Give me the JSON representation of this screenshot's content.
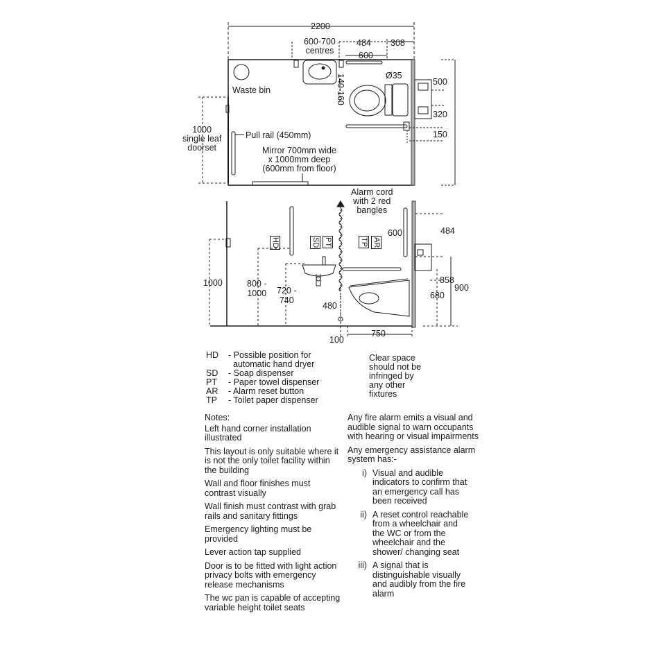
{
  "plan": {
    "dim_width": "2200",
    "dim_centres": "600-700\ncentres",
    "dim_484": "484",
    "dim_308": "308",
    "dim_600": "600",
    "dim_dia": "Ø35",
    "dim_140_160": "140-160",
    "dim_500": "500",
    "dim_320": "320",
    "dim_150": "150",
    "label_waste_bin": "Waste bin",
    "label_doorset": "1000\nsingle leaf\ndoorset",
    "label_pull_rail": "Pull rail (450mm)",
    "label_mirror": "Mirror 700mm wide\nx 1000mm deep\n(600mm from floor)"
  },
  "elevation": {
    "label_alarm_cord": "Alarm cord\nwith 2 red\nbangles",
    "dim_1000": "1000",
    "dim_800_1000": "800 -\n1000",
    "dim_720_740": "720 -\n740",
    "dim_480": "480",
    "dim_600": "600",
    "dim_484": "484",
    "dim_858": "858",
    "dim_900": "900",
    "dim_680": "680",
    "dim_100": "100",
    "dim_750": "750",
    "box_hd": "HD",
    "box_sd": "SD",
    "box_pt": "PT",
    "box_tp": "TP",
    "box_ar": "AR"
  },
  "legend": [
    {
      "code": "HD",
      "desc": "- Possible position for\n  automatic hand dryer"
    },
    {
      "code": "SD",
      "desc": "- Soap dispenser"
    },
    {
      "code": "PT",
      "desc": "- Paper towel dispenser"
    },
    {
      "code": "AR",
      "desc": "- Alarm reset button"
    },
    {
      "code": "TP",
      "desc": "- Toilet paper dispenser"
    }
  ],
  "clear_space": "Clear space\nshould not be\ninfringed by\nany other\nfixtures",
  "notes": {
    "heading": "Notes:",
    "items": [
      "Left hand corner installation illustrated",
      "This layout is only suitable where it is not the only toilet facility within the building",
      "Wall and floor finishes must contrast visually",
      "Wall finish must contrast with grab rails and sanitary fittings",
      "Emergency lighting must be provided",
      "Lever action tap supplied",
      "Door is to be fitted with light action privacy bolts with emergency release mechanisms",
      "The wc pan is capable of accepting variable height toilet seats"
    ]
  },
  "alarm": {
    "intro1": "Any fire alarm emits a visual and audible signal to warn occupants with hearing or visual impairments",
    "intro2": "Any emergency assistance alarm system has:-",
    "items": [
      {
        "num": "i)",
        "text": "Visual and audible indicators to confirm that an emergency call has been received"
      },
      {
        "num": "ii)",
        "text": "A reset control reachable from a wheelchair and the WC or from the wheelchair and the shower/ changing seat"
      },
      {
        "num": "iii)",
        "text": "A signal that is distinguishable visually and audibly from the fire alarm"
      }
    ]
  }
}
